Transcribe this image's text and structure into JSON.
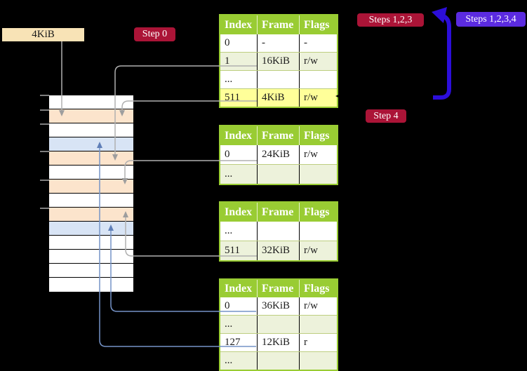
{
  "colors": {
    "background": "#000000",
    "table_header_green": "#99CC33",
    "table_row_tint": "#EDF2DB",
    "highlight_yellow": "#FFFF99",
    "frame_peach": "#FCE4CC",
    "frame_blue": "#D8E4F5",
    "badge_red": "#AB1437",
    "badge_violet": "#5B2BE0",
    "thick_arrow_blue": "#2C0EDA",
    "thin_arrow_blue": "#7593C7",
    "arrow_gray": "#B0B0B0",
    "cr3_box_wheat": "#F8E3B6"
  },
  "labels": {
    "cr3_frame": "4KiB",
    "step0": "Step 0",
    "steps123": "Steps 1,2,3",
    "steps1234": "Steps 1,2,3,4",
    "step4": "Step 4"
  },
  "table_header": [
    "Index",
    "Frame",
    "Flags"
  ],
  "tables": {
    "t1": {
      "rows": [
        [
          "0",
          "-",
          "-"
        ],
        [
          "1",
          "16KiB",
          "r/w"
        ],
        [
          "...",
          "",
          ""
        ],
        [
          "511",
          "4KiB",
          "r/w"
        ]
      ]
    },
    "t2": {
      "rows": [
        [
          "0",
          "24KiB",
          "r/w"
        ],
        [
          "...",
          "",
          ""
        ]
      ]
    },
    "t3": {
      "rows": [
        [
          "...",
          "",
          ""
        ],
        [
          "511",
          "32KiB",
          "r/w"
        ]
      ]
    },
    "t4": {
      "rows": [
        [
          "0",
          "36KiB",
          "r/w"
        ],
        [
          "...",
          "",
          ""
        ],
        [
          "127",
          "12KiB",
          "r"
        ],
        [
          "...",
          "",
          ""
        ]
      ]
    }
  },
  "memory": {
    "rows": [
      {
        "css": "mem-row white"
      },
      {
        "css": "mem-row peach"
      },
      {
        "css": "mem-row white"
      },
      {
        "css": "mem-row blue"
      },
      {
        "css": "mem-row peach"
      },
      {
        "css": "mem-row white"
      },
      {
        "css": "mem-row peach"
      },
      {
        "css": "mem-row white"
      },
      {
        "css": "mem-row peach"
      },
      {
        "css": "mem-row blue"
      },
      {
        "css": "mem-row white"
      },
      {
        "css": "mem-row white"
      },
      {
        "css": "mem-row white"
      },
      {
        "css": "mem-row white"
      }
    ]
  }
}
